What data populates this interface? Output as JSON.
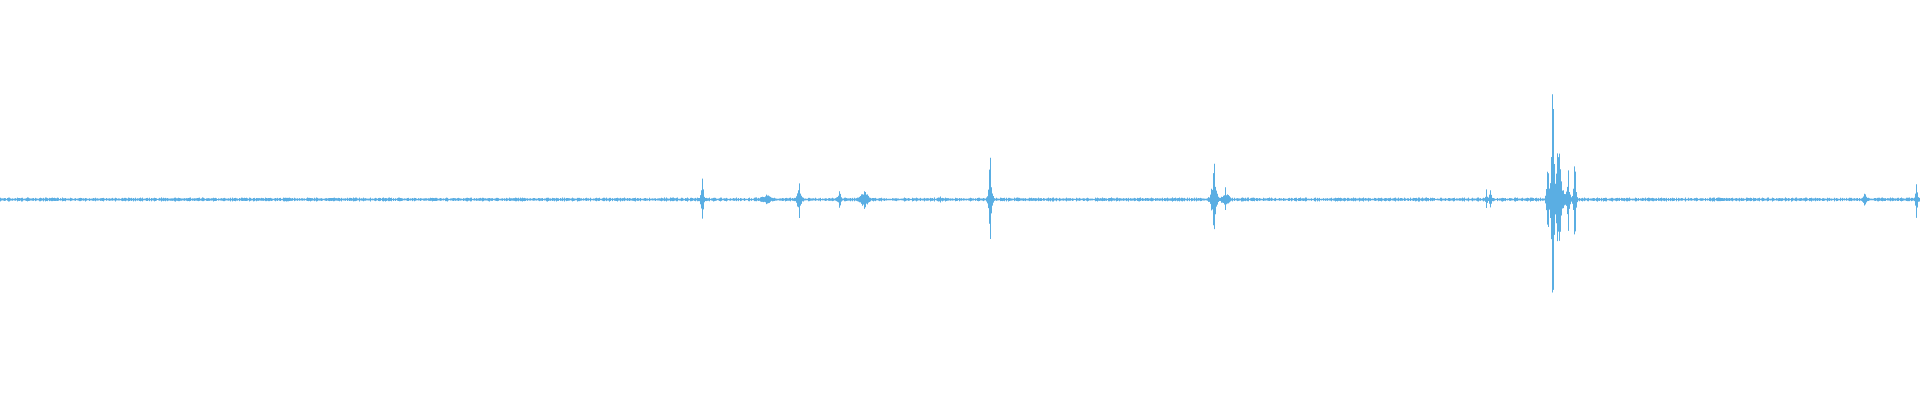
{
  "waveform": {
    "color": "#5aaee3",
    "baseline_amplitude": 0.008,
    "spikes": [
      {
        "t": 0.0585,
        "amp": 0.01,
        "width": 0.02
      },
      {
        "t": 0.135,
        "amp": 0.008,
        "width": 0.03
      },
      {
        "t": 0.298,
        "amp": 0.015,
        "width": 0.004
      },
      {
        "t": 0.3655,
        "amp": 0.18,
        "width": 0.003
      },
      {
        "t": 0.399,
        "amp": 0.03,
        "width": 0.02
      },
      {
        "t": 0.416,
        "amp": 0.1,
        "width": 0.006
      },
      {
        "t": 0.437,
        "amp": 0.07,
        "width": 0.004
      },
      {
        "t": 0.45,
        "amp": 0.06,
        "width": 0.012
      },
      {
        "t": 0.4895,
        "amp": 0.03,
        "width": 0.003
      },
      {
        "t": 0.5155,
        "amp": 0.29,
        "width": 0.004
      },
      {
        "t": 0.632,
        "amp": 0.22,
        "width": 0.006
      },
      {
        "t": 0.638,
        "amp": 0.06,
        "width": 0.01
      },
      {
        "t": 0.774,
        "amp": 0.06,
        "width": 0.004
      },
      {
        "t": 0.776,
        "amp": 0.06,
        "width": 0.004
      },
      {
        "t": 0.806,
        "amp": 0.3,
        "width": 0.003
      },
      {
        "t": 0.8085,
        "amp": 0.97,
        "width": 0.004
      },
      {
        "t": 0.8115,
        "amp": 0.35,
        "width": 0.008
      },
      {
        "t": 0.8165,
        "amp": 0.22,
        "width": 0.004
      },
      {
        "t": 0.82,
        "amp": 0.32,
        "width": 0.003
      },
      {
        "t": 0.971,
        "amp": 0.04,
        "width": 0.006
      },
      {
        "t": 0.998,
        "amp": 0.14,
        "width": 0.003
      }
    ]
  }
}
